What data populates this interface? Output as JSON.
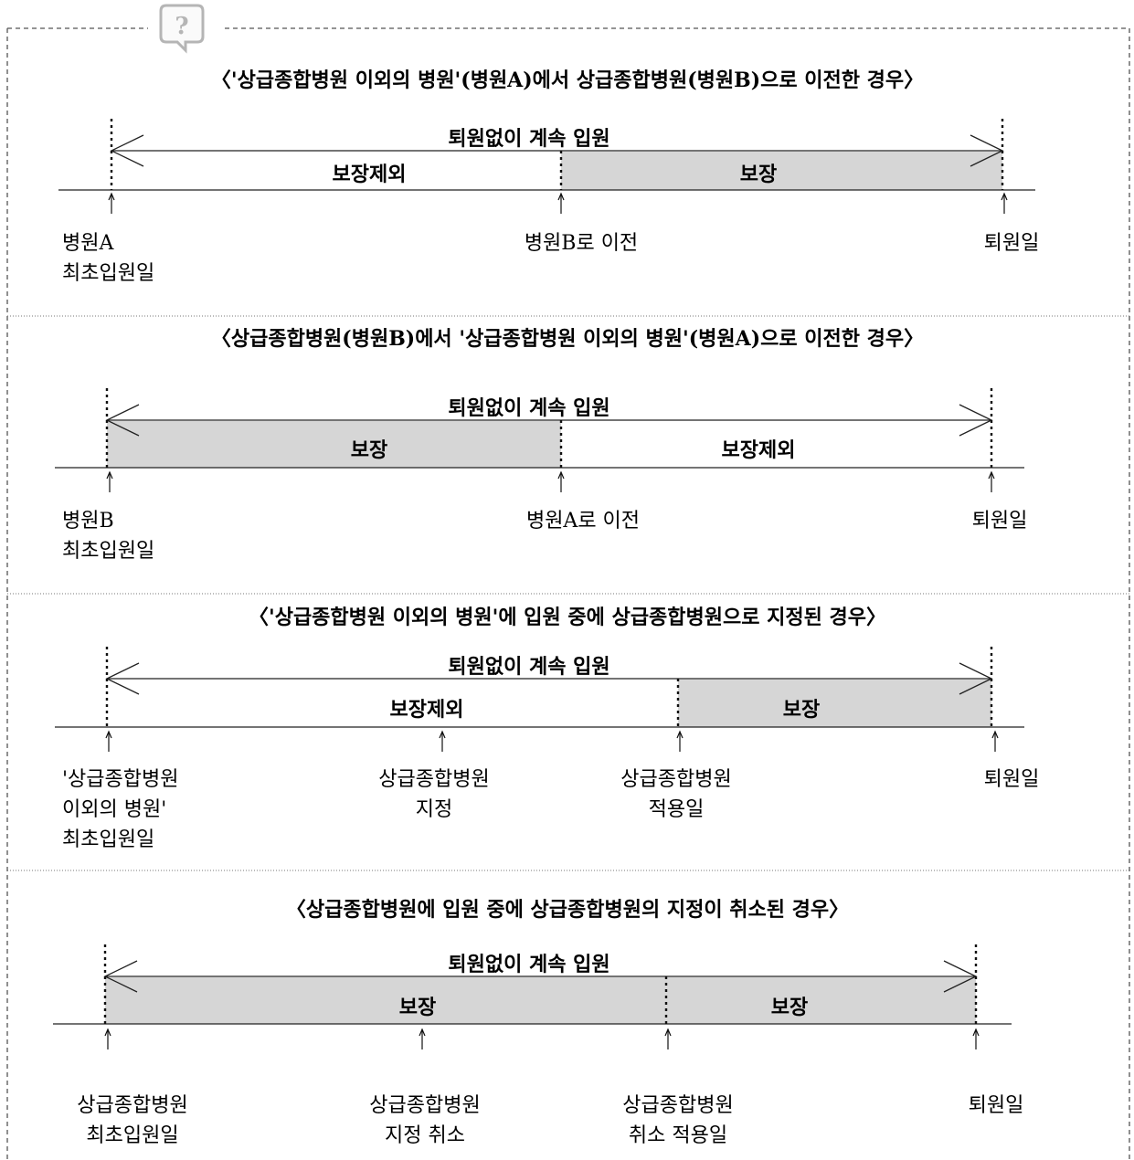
{
  "icon": "question-bubble-icon",
  "colors": {
    "covered": "#d6d6d6",
    "line": "#222222",
    "border": "#555555"
  },
  "sections": [
    {
      "title": "〈'상급종합병원 이외의 병원'(병원A)에서 상급종합병원(병원B)으로 이전한 경우〉",
      "top_label": "퇴원없이 계속 입원",
      "segments": [
        {
          "label": "보장제외",
          "covered": false
        },
        {
          "label": "보장",
          "covered": true
        }
      ],
      "markers": [
        [
          "병원A",
          "최초입원일"
        ],
        [
          "병원B로 이전"
        ],
        [
          "퇴원일"
        ]
      ]
    },
    {
      "title": "〈상급종합병원(병원B)에서 '상급종합병원 이외의 병원'(병원A)으로 이전한 경우〉",
      "top_label": "퇴원없이 계속 입원",
      "segments": [
        {
          "label": "보장",
          "covered": true
        },
        {
          "label": "보장제외",
          "covered": false
        }
      ],
      "markers": [
        [
          "병원B",
          "최초입원일"
        ],
        [
          "병원A로 이전"
        ],
        [
          "퇴원일"
        ]
      ]
    },
    {
      "title": "〈'상급종합병원 이외의 병원'에 입원 중에 상급종합병원으로 지정된 경우〉",
      "top_label": "퇴원없이 계속 입원",
      "segments": [
        {
          "label": "보장제외",
          "covered": false
        },
        {
          "label": "보장",
          "covered": true
        }
      ],
      "markers": [
        [
          "'상급종합병원",
          "이외의 병원'",
          "최초입원일"
        ],
        [
          "상급종합병원",
          "지정"
        ],
        [
          "상급종합병원",
          "적용일"
        ],
        [
          "퇴원일"
        ]
      ]
    },
    {
      "title": "〈상급종합병원에 입원 중에 상급종합병원의 지정이 취소된 경우〉",
      "top_label": "퇴원없이 계속 입원",
      "segments": [
        {
          "label": "보장",
          "covered": true
        },
        {
          "label": "보장",
          "covered": true
        }
      ],
      "markers": [
        [
          "상급종합병원",
          "최초입원일"
        ],
        [
          "상급종합병원",
          "지정 취소"
        ],
        [
          "상급종합병원",
          "취소 적용일"
        ],
        [
          "퇴원일"
        ]
      ]
    }
  ]
}
